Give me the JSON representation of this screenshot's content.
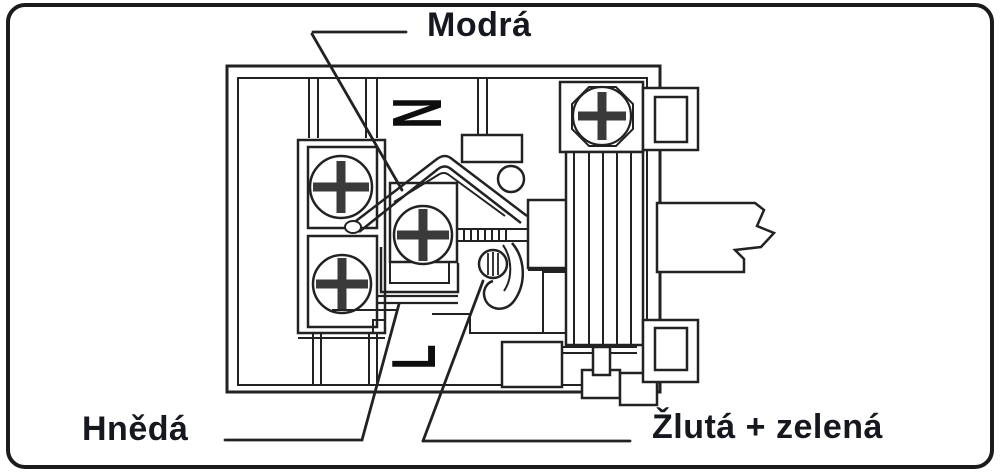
{
  "window": {
    "background": "#ffffff",
    "frame_border_color": "#1b1b1b"
  },
  "diagram": {
    "type": "plug-terminal-wiring-diagram",
    "line_color": "#222222",
    "label_text_color": "#15181f",
    "labels": {
      "blue_wire": "Modrá",
      "brown_wire": "Hnědá",
      "earth_wire": "Žlutá + zelená"
    },
    "terminals": {
      "neutral": "N",
      "live": "L"
    }
  }
}
